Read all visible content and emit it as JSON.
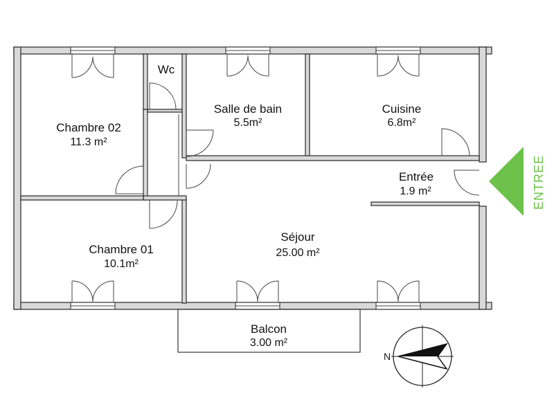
{
  "plan": {
    "rooms": [
      {
        "id": "chambre02",
        "name": "Chambre 02",
        "area": "11.3 m²"
      },
      {
        "id": "wc",
        "name": "Wc",
        "area": ""
      },
      {
        "id": "salle_de_bain",
        "name": "Salle de bain",
        "area": "5.5m²"
      },
      {
        "id": "cuisine",
        "name": "Cuisine",
        "area": "6.8m²"
      },
      {
        "id": "entree",
        "name": "Entrée",
        "area": "1.9 m²"
      },
      {
        "id": "chambre01",
        "name": "Chambre 01",
        "area": "10.1m²"
      },
      {
        "id": "sejour",
        "name": "Séjour",
        "area": "25.00 m²"
      },
      {
        "id": "balcon",
        "name": "Balcon",
        "area": "3.00 m²"
      }
    ],
    "entrance_label": "ENTREE",
    "entrance_color": "#6cc24a",
    "compass_label": "N"
  }
}
